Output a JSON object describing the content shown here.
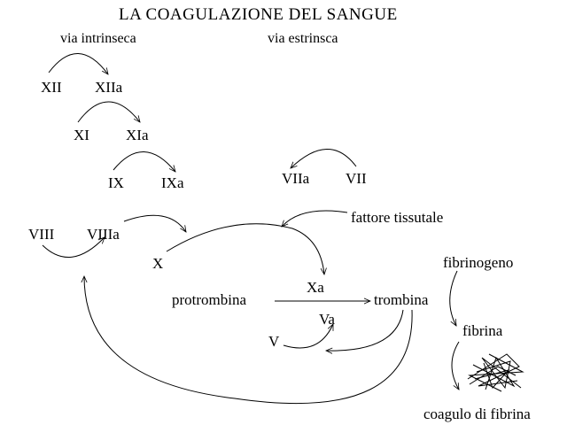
{
  "title": "LA  COAGULAZIONE  DEL  SANGUE",
  "pathways": {
    "intrinsic": "via intrinseca",
    "extrinsic": "via estrinsca"
  },
  "factors": {
    "xii": "XII",
    "xiia": "XIIa",
    "xi": "XI",
    "xia": "XIa",
    "ix": "IX",
    "ixa": "IXa",
    "viii": "VIII",
    "viiia": "VIIIa",
    "viia": "VIIa",
    "vii": "VII",
    "tissue_factor": "fattore tissutale",
    "x": "X",
    "xa": "Xa",
    "prothrombin": "protrombina",
    "thrombin": "trombina",
    "va": "Va",
    "v": "V",
    "fibrinogen": "fibrinogeno",
    "fibrin": "fibrina",
    "fibrin_clot": "coagulo di fibrina"
  },
  "colors": {
    "ink": "#000000",
    "background": "#ffffff"
  }
}
